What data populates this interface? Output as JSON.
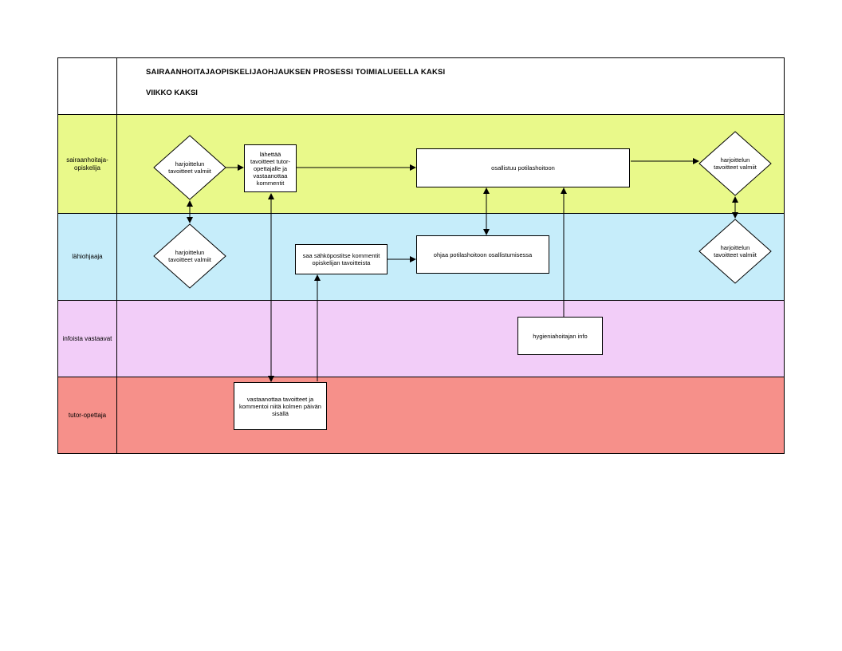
{
  "header": {
    "title": "SAIRAANHOITAJAOPISKELIJAOHJAUKSEN PROSESSI TOIMIALUEELLA KAKSI",
    "subtitle": "VIIKKO KAKSI"
  },
  "lanes": [
    {
      "label": "sairaanhoitaja-opiskelija",
      "color": "#e9f98a"
    },
    {
      "label": "lähiohjaaja",
      "color": "#c6edfa"
    },
    {
      "label": "infoista vastaavat",
      "color": "#f2cdf8"
    },
    {
      "label": "tutor-opettaja",
      "color": "#f6908a"
    }
  ],
  "nodes": {
    "d_student_1": "harjoittelun tavoitteet valmiit",
    "send_goals": "lähettää tavoitteet tutor-opettajalle ja vastaanottaa kommentit",
    "participate_care": "osallistuu potilashoitoon",
    "d_student_2": "harjoittelun tavoitteet valmiit",
    "d_mentor_1": "harjoittelun tavoitteet valmiit",
    "receive_email": "saa sähköpostitse kommentit opiskelijan tavoitteista",
    "guide_care": "ohjaa potilashoitoon osallistumisessa",
    "d_mentor_2": "harjoittelun tavoitteet valmiit",
    "hygiene_info": "hygieniahoitajan info",
    "tutor_receive": "vastaanottaa tavoitteet ja kommentoi niitä kolmen päivän sisällä"
  }
}
